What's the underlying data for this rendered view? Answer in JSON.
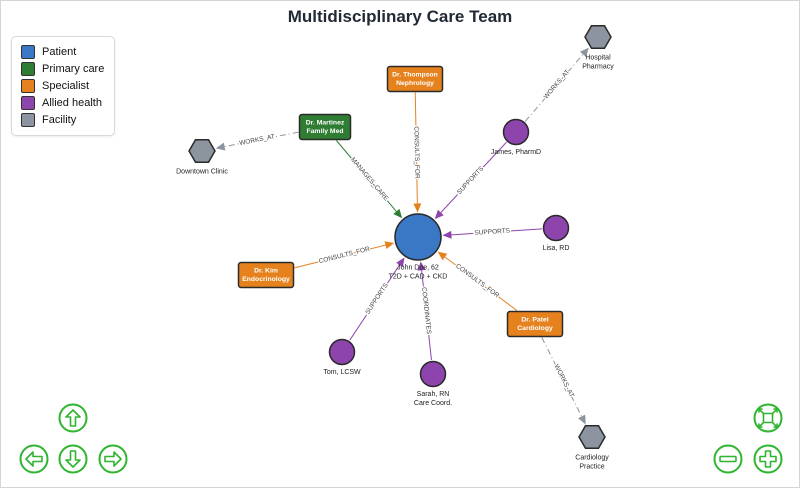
{
  "title": "Multidisciplinary Care Team",
  "legend": [
    {
      "label": "Patient",
      "color": "#3a78c6"
    },
    {
      "label": "Primary care",
      "color": "#2e7d32"
    },
    {
      "label": "Specialist",
      "color": "#e5821e"
    },
    {
      "label": "Allied health",
      "color": "#8e44ad"
    },
    {
      "label": "Facility",
      "color": "#8c959f"
    }
  ],
  "nodes": [
    {
      "id": "patient",
      "kind": "patient",
      "lines": [
        "John Doe, 62",
        "T2D + CAD + CKD"
      ]
    },
    {
      "id": "martinez",
      "kind": "primary",
      "lines": [
        "Dr. Martinez",
        "Family Med"
      ]
    },
    {
      "id": "thompson",
      "kind": "specialist",
      "lines": [
        "Dr. Thompson",
        "Nephrology"
      ]
    },
    {
      "id": "kim",
      "kind": "specialist",
      "lines": [
        "Dr. Kim",
        "Endocrinology"
      ]
    },
    {
      "id": "patel",
      "kind": "specialist",
      "lines": [
        "Dr. Patel",
        "Cardiology"
      ]
    },
    {
      "id": "james",
      "kind": "allied",
      "lines": [
        "James, PharmD"
      ]
    },
    {
      "id": "lisa",
      "kind": "allied",
      "lines": [
        "Lisa, RD"
      ]
    },
    {
      "id": "tom",
      "kind": "allied",
      "lines": [
        "Tom, LCSW"
      ]
    },
    {
      "id": "sarah",
      "kind": "allied",
      "lines": [
        "Sarah, RN",
        "Care Coord."
      ]
    },
    {
      "id": "downtown",
      "kind": "facility",
      "lines": [
        "Downtown Clinic"
      ]
    },
    {
      "id": "pharmacy",
      "kind": "facility",
      "lines": [
        "Hospital",
        "Pharmacy"
      ]
    },
    {
      "id": "cardpractice",
      "kind": "facility",
      "lines": [
        "Cardiology",
        "Practice"
      ]
    }
  ],
  "edges": [
    {
      "from": "martinez",
      "to": "patient",
      "label": "MANAGES_CARE",
      "dashed": false
    },
    {
      "from": "thompson",
      "to": "patient",
      "label": "CONSULTS_FOR",
      "dashed": false
    },
    {
      "from": "kim",
      "to": "patient",
      "label": "CONSULTS_FOR",
      "dashed": false
    },
    {
      "from": "patel",
      "to": "patient",
      "label": "CONSULTS_FOR",
      "dashed": false
    },
    {
      "from": "james",
      "to": "patient",
      "label": "SUPPORTS",
      "dashed": false
    },
    {
      "from": "lisa",
      "to": "patient",
      "label": "SUPPORTS",
      "dashed": false
    },
    {
      "from": "tom",
      "to": "patient",
      "label": "SUPPORTS",
      "dashed": false
    },
    {
      "from": "sarah",
      "to": "patient",
      "label": "COORDINATES",
      "dashed": false
    },
    {
      "from": "martinez",
      "to": "downtown",
      "label": "WORKS_AT",
      "dashed": true
    },
    {
      "from": "james",
      "to": "pharmacy",
      "label": "WORKS_AT",
      "dashed": true
    },
    {
      "from": "patel",
      "to": "cardpractice",
      "label": "WORKS_AT",
      "dashed": true
    }
  ],
  "controls": [
    {
      "name": "pan-up-button",
      "icon": "arrow-up-icon"
    },
    {
      "name": "pan-left-button",
      "icon": "arrow-left-icon"
    },
    {
      "name": "pan-down-button",
      "icon": "arrow-down-icon"
    },
    {
      "name": "pan-right-button",
      "icon": "arrow-right-icon"
    },
    {
      "name": "fit-view-button",
      "icon": "fit-view-icon"
    },
    {
      "name": "zoom-out-button",
      "icon": "minus-icon"
    },
    {
      "name": "zoom-in-button",
      "icon": "plus-icon"
    }
  ],
  "control_color": "#2fb52f"
}
